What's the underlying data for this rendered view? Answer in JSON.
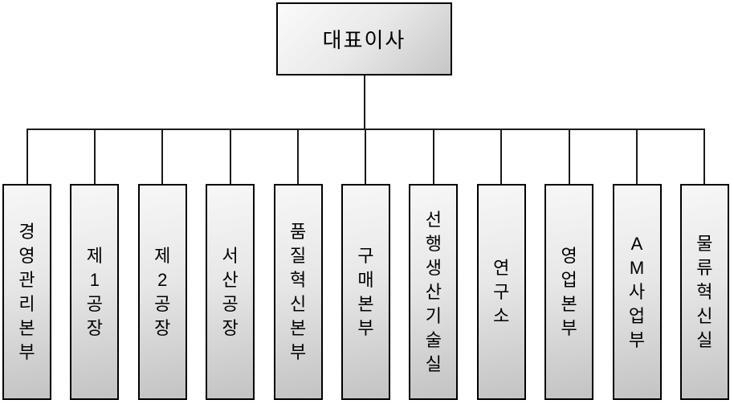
{
  "chart": {
    "type": "org-chart",
    "root": {
      "label": "대표이사"
    },
    "departments": [
      {
        "label": "경영관리본부"
      },
      {
        "label": "제1공장"
      },
      {
        "label": "제2공장"
      },
      {
        "label": "서산공장"
      },
      {
        "label": "품질혁신본부"
      },
      {
        "label": "구매본부"
      },
      {
        "label": "선행생산기술실"
      },
      {
        "label": "연구소"
      },
      {
        "label": "영업본부"
      },
      {
        "label": "AM사업부"
      },
      {
        "label": "물류혁신실"
      }
    ],
    "colors": {
      "background": "#ffffff",
      "box_fill_top": "#f7f7f7",
      "box_fill_bottom": "#c3c3c3",
      "box_border": "#000000",
      "connector": "#1a1a1a",
      "text": "#000000"
    }
  }
}
